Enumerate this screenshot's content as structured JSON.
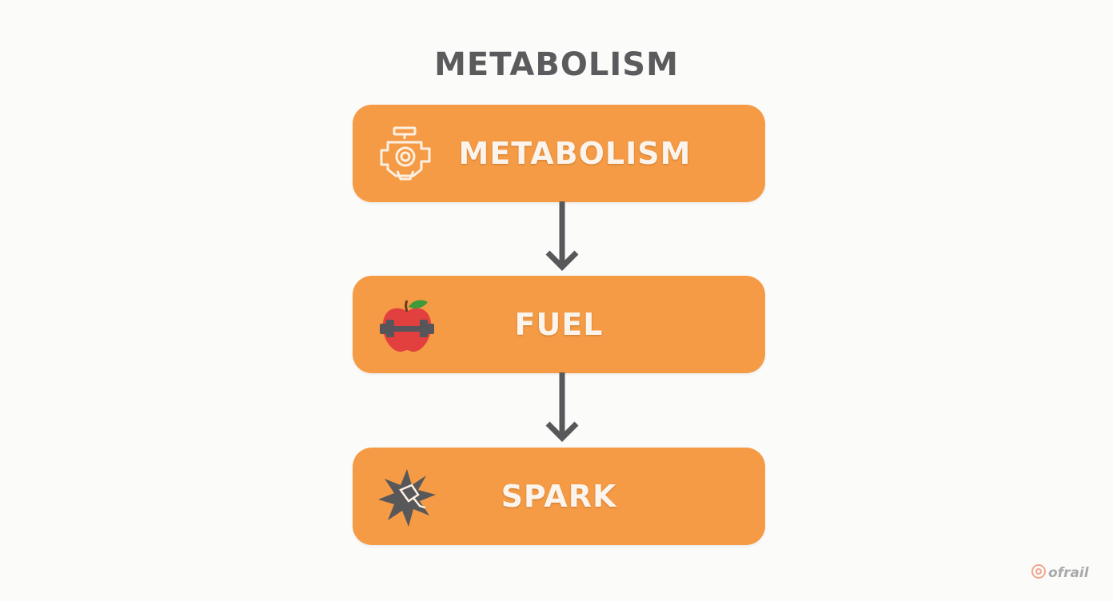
{
  "title": "METABOLISM",
  "steps": [
    {
      "label": "METABOLISM",
      "icon": "engine-icon"
    },
    {
      "label": "FUEL",
      "icon": "apple-dumbbell-icon"
    },
    {
      "label": "SPARK",
      "icon": "spark-plug-icon"
    }
  ],
  "watermark": "ofrail",
  "colors": {
    "box": "#f59b45",
    "arrow": "#58585a",
    "title": "#5b5b5d",
    "label": "#fbf4ec"
  }
}
